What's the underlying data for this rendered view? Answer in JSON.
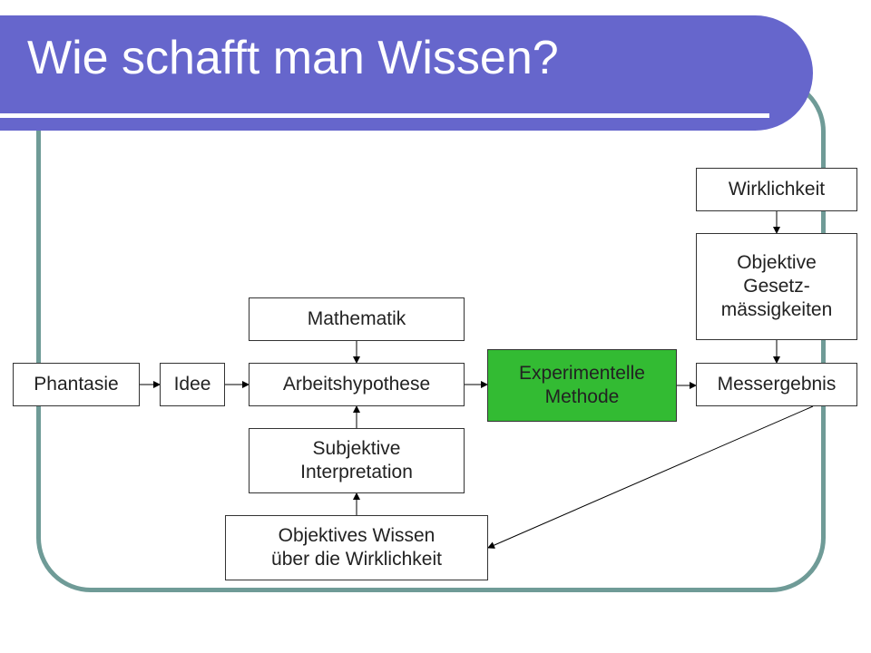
{
  "slide": {
    "title": "Wie schafft man Wissen?"
  },
  "colors": {
    "title_bar": "#6666cc",
    "frame": "#6f9b97",
    "highlight_box": "#33bb33"
  },
  "nodes": {
    "phantasie": "Phantasie",
    "idee": "Idee",
    "arbeitshypothese": "Arbeitshypothese",
    "mathematik": "Mathematik",
    "subjektive_interpretation": "Subjektive\nInterpretation",
    "objektives_wissen": "Objektives Wissen\nüber die Wirklichkeit",
    "experimentelle_methode": "Experimentelle\nMethode",
    "wirklichkeit": "Wirklichkeit",
    "objektive_gesetzmaessigkeiten": "Objektive\nGesetz-\nmässigkeiten",
    "messergebnis": "Messergebnis"
  },
  "edges": [
    {
      "from": "phantasie",
      "to": "idee"
    },
    {
      "from": "idee",
      "to": "arbeitshypothese"
    },
    {
      "from": "mathematik",
      "to": "arbeitshypothese"
    },
    {
      "from": "subjektive_interpretation",
      "to": "arbeitshypothese"
    },
    {
      "from": "objektives_wissen",
      "to": "subjektive_interpretation"
    },
    {
      "from": "arbeitshypothese",
      "to": "experimentelle_methode"
    },
    {
      "from": "experimentelle_methode",
      "to": "messergebnis"
    },
    {
      "from": "wirklichkeit",
      "to": "objektive_gesetzmaessigkeiten"
    },
    {
      "from": "objektive_gesetzmaessigkeiten",
      "to": "messergebnis"
    },
    {
      "from": "messergebnis",
      "to": "objektives_wissen"
    }
  ]
}
